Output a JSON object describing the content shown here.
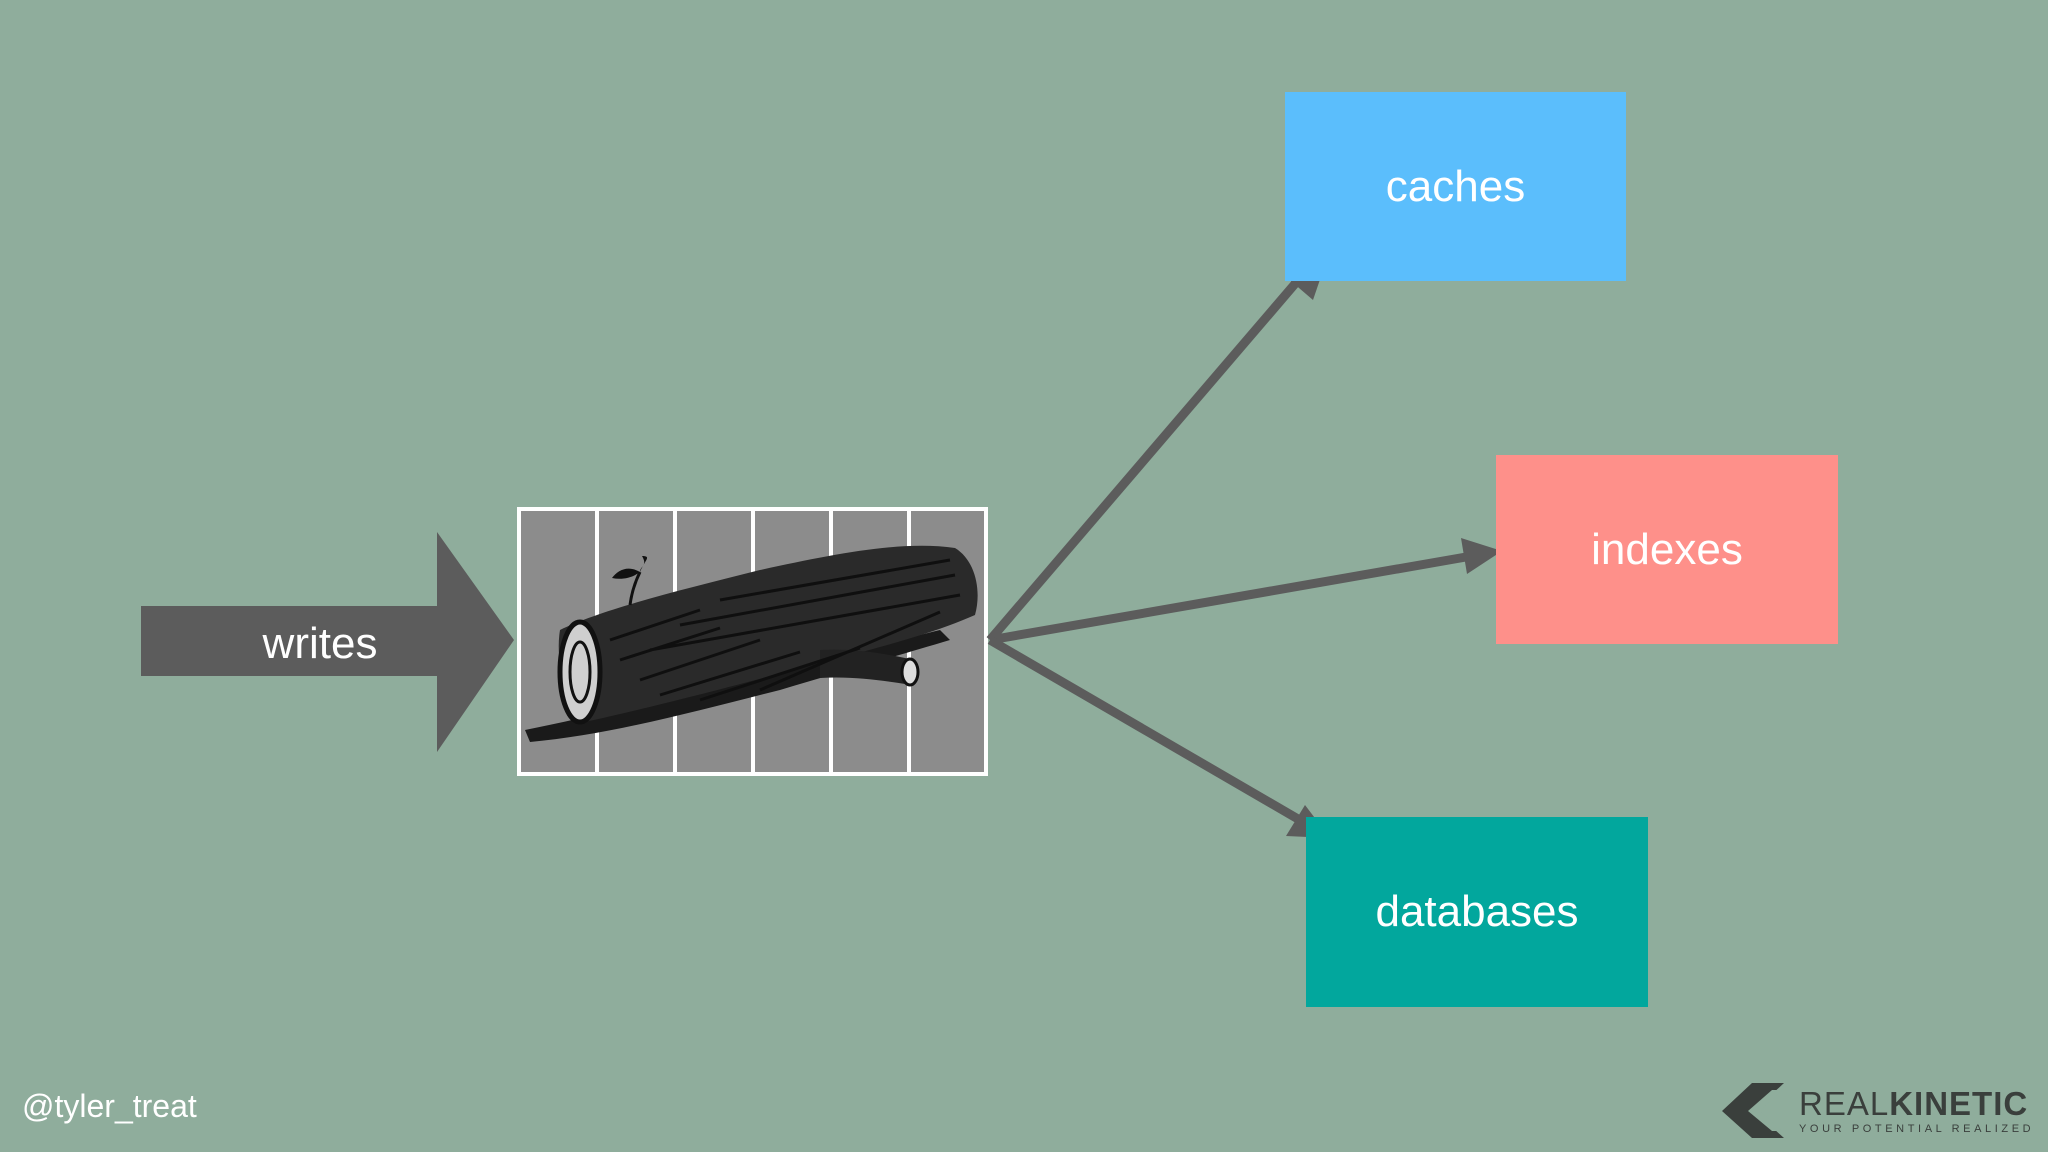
{
  "diagram": {
    "input_label": "writes",
    "log_segments": 6,
    "targets": [
      {
        "label": "caches",
        "color": "#5bbefc"
      },
      {
        "label": "indexes",
        "color": "#fe908a"
      },
      {
        "label": "databases",
        "color": "#02a79d"
      }
    ],
    "arrow_color": "#5c5c5c",
    "background_color": "#8fad9c"
  },
  "footer": {
    "handle": "@tyler_treat",
    "brand_name_light": "REAL",
    "brand_name_bold": "KINETIC",
    "brand_tagline": "YOUR POTENTIAL REALIZED"
  }
}
